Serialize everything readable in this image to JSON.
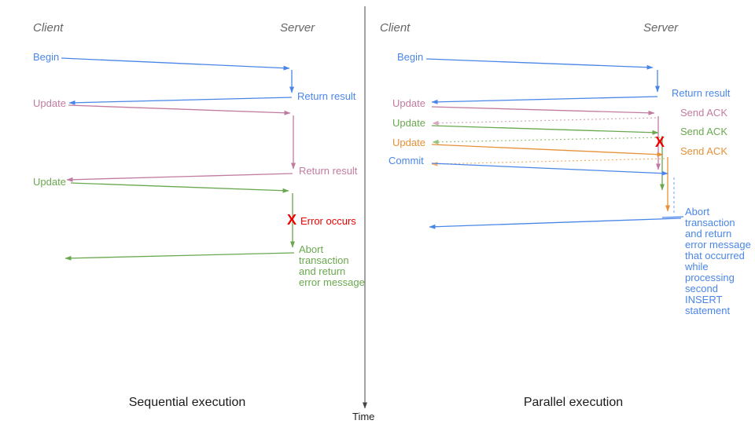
{
  "sequential": {
    "title": "Sequential execution",
    "client": "Client",
    "server": "Server",
    "begin": "Begin",
    "return1": "Return result",
    "update1": "Update",
    "return2": "Return result",
    "update2": "Update",
    "error_x": "X",
    "error": "Error occurs",
    "abort": "Abort\ntransaction\nand return\nerror message"
  },
  "parallel": {
    "title": "Parallel execution",
    "client": "Client",
    "server": "Server",
    "begin": "Begin",
    "return1": "Return result",
    "update1": "Update",
    "ack1": "Send ACK",
    "update2": "Update",
    "ack2": "Send ACK",
    "update3": "Update",
    "ack3": "Send ACK",
    "commit": "Commit",
    "error_x": "X",
    "abort": "Abort\ntransaction\nand return\nerror message\nthat occurred\nwhile\nprocessing\nsecond\nINSERT\nstatement"
  },
  "time": {
    "label": "Time"
  },
  "colors": {
    "blue": "#4a86e8",
    "pink": "#c27ba0",
    "green": "#6aa84f",
    "orange": "#e69138",
    "red": "#ee0000",
    "gray": "#666666",
    "ink": "#1a1a1a",
    "pink_light": "#d5a6bd",
    "green_light": "#93c47d",
    "orange_light": "#f6b26b",
    "blue_light": "#8ab0f0"
  }
}
